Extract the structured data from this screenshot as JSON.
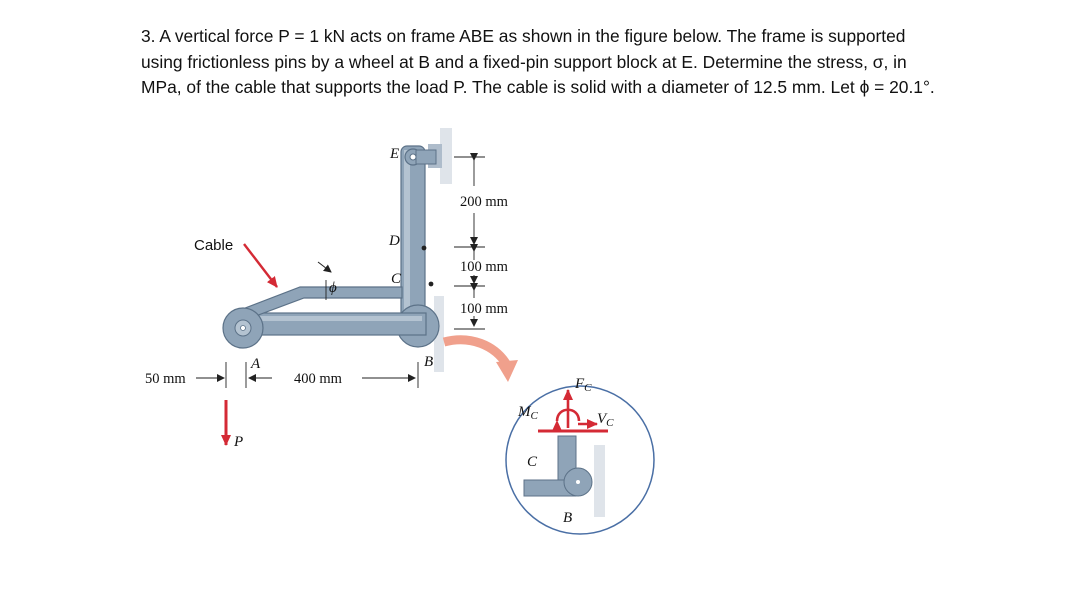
{
  "problem": {
    "lines": [
      "3. A vertical force P = 1 kN acts on frame ABE as shown in the figure below.  The frame is supported",
      "using frictionless pins by a wheel at B and a fixed-pin support block at E.  Determine the stress, σ, in",
      "MPa, of the cable that supports the load P.  The cable is solid with a diameter of 12.5 mm.  Let ϕ = 20.1°."
    ]
  },
  "figure": {
    "labels": {
      "E": "E",
      "D": "D",
      "C": "C",
      "A": "A",
      "B": "B",
      "P": "P",
      "phi": "ϕ",
      "cable": "Cable",
      "dim_200": "200 mm",
      "dim_100_top": "100 mm",
      "dim_100_bottom": "100 mm",
      "dim_50": "50 mm",
      "dim_400": "400 mm"
    },
    "inset": {
      "F": "F",
      "F_sub": "C",
      "M": "M",
      "M_sub": "C",
      "V": "V",
      "V_sub": "C",
      "C": "C",
      "B": "B"
    },
    "colors": {
      "frame": "#8fa4b8",
      "frame_dark": "#5c7288",
      "force": "#d42a35",
      "transfer_arrow": "#f0a08c",
      "support": "#dfe4ea"
    }
  }
}
